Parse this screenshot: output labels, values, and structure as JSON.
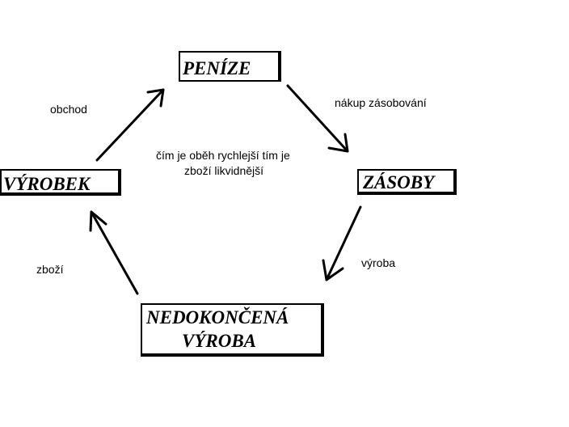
{
  "nodes": {
    "penize": "PENÍZE",
    "zasoby": "ZÁSOBY",
    "vyrobek": "VÝROBEK",
    "nedokoncena_line1": "NEDOKONČENÁ",
    "nedokoncena_line2": "VÝROBA"
  },
  "edge_labels": {
    "obchod": "obchod",
    "nakup": "nákup zásobování",
    "vyroba": "výroba",
    "zbozi": "zboží"
  },
  "center_note": {
    "line1": "čím je oběh rychlejší tím je",
    "line2": "zboží likvidnější"
  },
  "colors": {
    "ink": "#000000",
    "background": "#ffffff"
  }
}
